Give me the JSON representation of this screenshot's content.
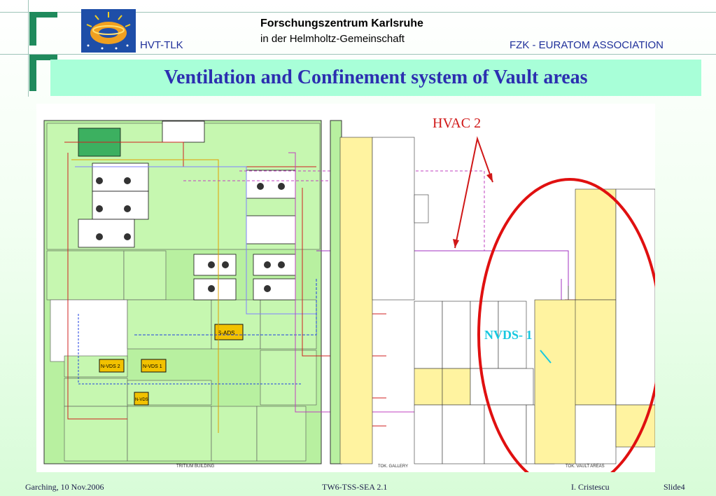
{
  "header": {
    "org_name": "Forschungszentrum Karlsruhe",
    "org_subtitle": "in der Helmholtz-Gemeinschaft",
    "left_tag": "HVT-TLK",
    "right_tag": "FZK - EURATOM ASSOCIATION"
  },
  "slide": {
    "title": "Ventilation and Confinement system of Vault areas"
  },
  "diagram": {
    "annotation_hvac": "HVAC 2",
    "annotation_nvds": "NVDS- 1",
    "box_labels": [
      "S-ADS",
      "N-VDS 2",
      "N-VDS 1",
      "N-VDS"
    ],
    "region_labels": [
      "TRITIUM BUILDING",
      "TOK. GALLERY",
      "TOK. VAULT AREAS"
    ]
  },
  "footer": {
    "location_date": "Garching, 10 Nov.2006",
    "doc_id": "TW6-TSS-SEA 2.1",
    "author": "I. Cristescu",
    "slide_no": "Slide4"
  },
  "colors": {
    "title": "#2c2fb0",
    "title_bar": "#a8ffd8",
    "hvac_arrow": "#d01818",
    "ellipse": "#e01010",
    "nvds_label": "#18c8e0",
    "tritium_building": "#b8f0a0",
    "vault_yellow": "#fff3a0",
    "ads_box": "#f2c200"
  }
}
